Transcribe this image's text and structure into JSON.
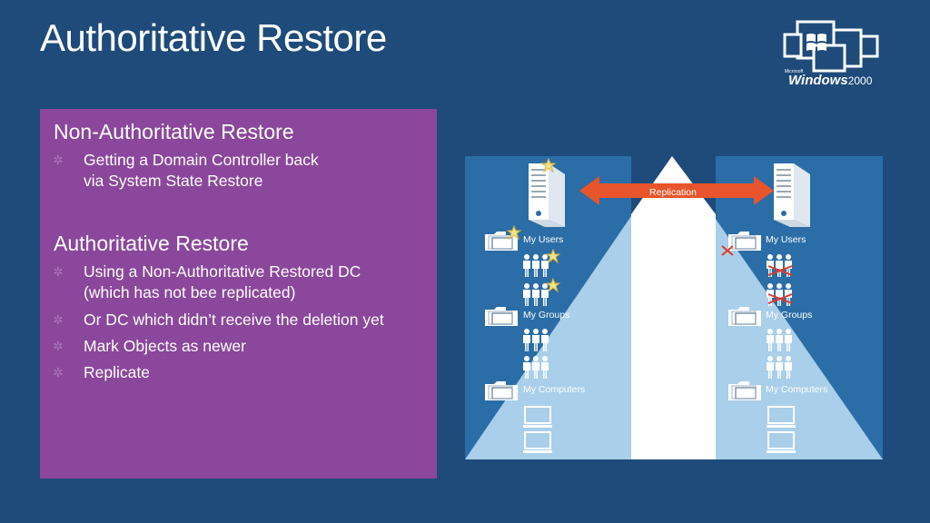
{
  "title": "Authoritative Restore",
  "logo": {
    "brand": "Windows",
    "version": "2000",
    "maker": "Microsoft"
  },
  "panel": {
    "section1": {
      "heading": "Non-Authoritative Restore",
      "bullets": [
        "Getting a Domain Controller back\nvia System State Restore"
      ]
    },
    "section2": {
      "heading": "Authoritative Restore",
      "bullets": [
        "Using a Non-Authoritative Restored DC\n(which has not bee replicated)",
        "Or DC which didn’t receive the deletion yet",
        "Mark Objects as newer",
        "Replicate"
      ]
    }
  },
  "diagram": {
    "replication_label": "Replication",
    "folders": [
      "My Users",
      "My Groups",
      "My Computers"
    ]
  },
  "colors": {
    "background": "#1e4b7a",
    "panel": "#8a479b",
    "arrow": "#e8542b",
    "diagram_box": "#2b6da6",
    "light_triangle": "#a9cfea"
  },
  "icons": [
    "server-icon",
    "folder-icon",
    "user-group-icon",
    "laptop-icon",
    "star-icon",
    "x-mark-icon",
    "bullet-icon"
  ]
}
